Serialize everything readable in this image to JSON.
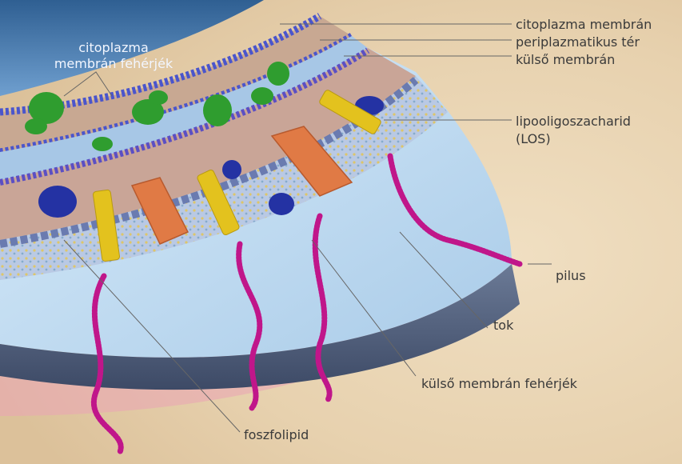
{
  "labels": {
    "cytoplasm_membrane": "citoplazma membrán",
    "periplasmic_space": "periplazmatikus tér",
    "outer_membrane": "külső membrán",
    "cytoplasm_proteins_line1": "citoplazma",
    "cytoplasm_proteins_line2": "membrán fehérjék",
    "lipooligosaccharide_line1": "lipooligoszacharid",
    "lipooligosaccharide_line2": "(LOS)",
    "pilus": "pilus",
    "capsule": "tok",
    "outer_membrane_proteins": "külső membrán fehérjék",
    "phospholipid": "foszfolipid"
  },
  "colors": {
    "background": "#e9d6b7",
    "capsule": "#b9d7ee",
    "outer_membrane_protein": "#e07a45",
    "los": "#e3c21e",
    "pilus": "#c0168a",
    "cytoplasm_protein": "#2f9d2f",
    "blue_protein": "#2432a3",
    "membrane_head": "#4a55cc"
  }
}
